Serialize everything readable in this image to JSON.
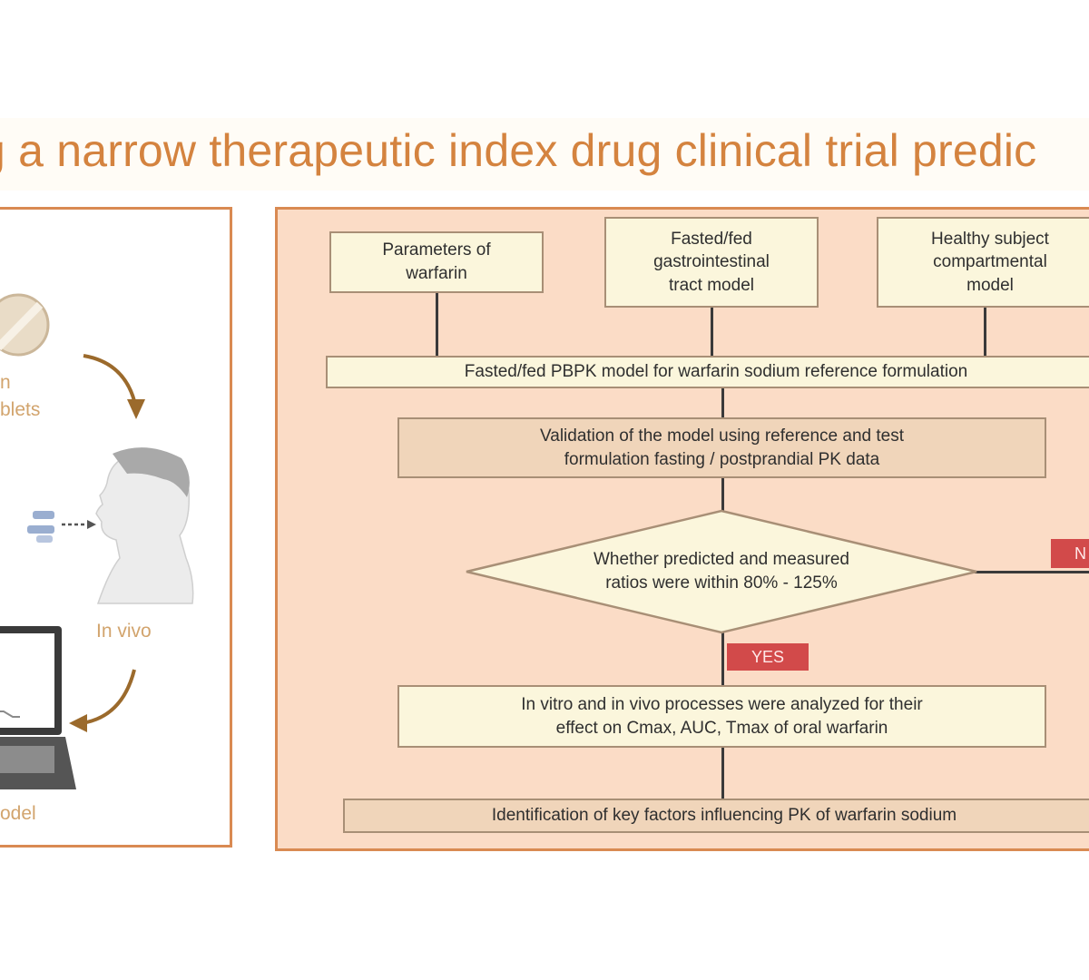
{
  "title": "g a narrow therapeutic index drug clinical trial predic",
  "left_panel": {
    "label_drug": "n",
    "label_tablets": "blets",
    "label_invivo": "In vivo",
    "label_model": "odel"
  },
  "flowchart": {
    "box_parameters": "Parameters of\nwarfarin",
    "box_gi": "Fasted/fed\ngastrointestinal\ntract model",
    "box_healthy": "Healthy subject\ncompartmental\nmodel",
    "box_pbpk": "Fasted/fed PBPK model for warfarin sodium reference formulation",
    "box_validation": "Validation of the model using reference and test\nformulation fasting / postprandial PK data",
    "decision": "Whether predicted and measured\nratios were within 80% - 125%",
    "tag_no": "N",
    "tag_yes": "YES",
    "box_invitro": "In vitro and in vivo processes were analyzed for their\neffect on Cmax, AUC, Tmax of oral warfarin",
    "box_identification": "Identification of key factors influencing PK of warfarin sodium"
  },
  "colors": {
    "title": "#d4833f",
    "panel_border": "#d98a52",
    "panel_fill": "#fbdcc6",
    "box_fill": "#fbf6dc",
    "box_dark_fill": "#f0d5ba",
    "tag": "#d24a4a"
  }
}
